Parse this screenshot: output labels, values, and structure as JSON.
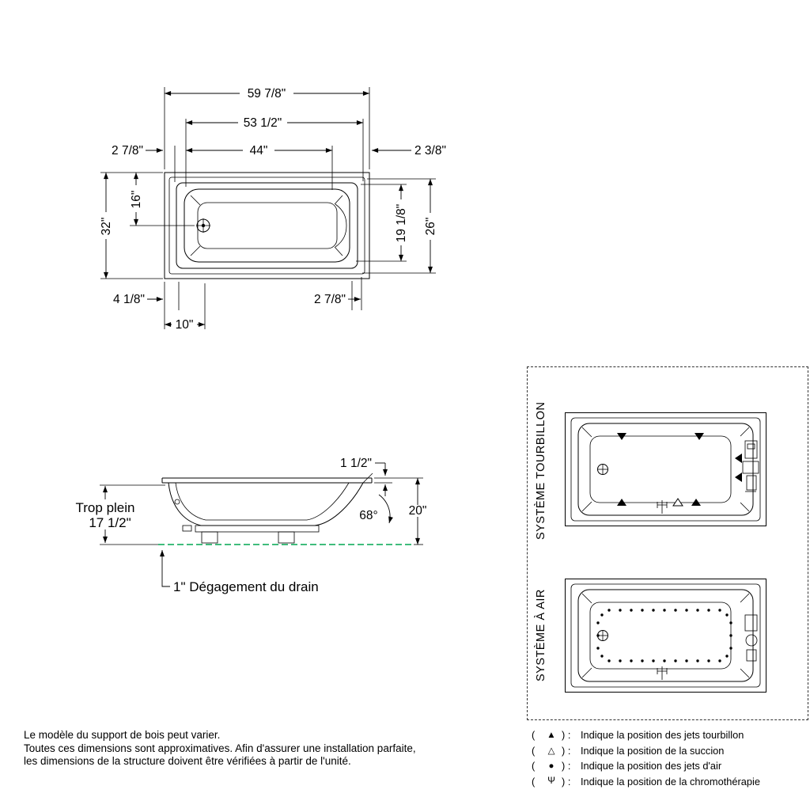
{
  "top_view": {
    "overall_length": "59 7/8\"",
    "rim_length": "53 1/2\"",
    "inner_length": "44\"",
    "left_edge": "2 7/8\"",
    "right_edge": "2 3/8\"",
    "drain_offset_top": "16\"",
    "overall_width": "32\"",
    "inner_width": "19 1/8\"",
    "rim_width": "26\"",
    "bottom_left_edge": "4 1/8\"",
    "bottom_right_edge": "2 7/8\"",
    "drain_offset_left": "10\""
  },
  "side_view": {
    "rim_height": "1 1/2\"",
    "overflow_label": "Trop plein",
    "overflow_height": "17 1/2\"",
    "backrest_angle": "68°",
    "total_height": "20\"",
    "drain_clearance": "1\" Dégagement du drain"
  },
  "systems": {
    "tourbillon_label": "SYSTÈME TOURBILLON",
    "air_label": "SYSTÈME À AIR"
  },
  "notes": {
    "line1": "Le modèle du support de bois peut varier.",
    "line2": "Toutes ces dimensions sont approximatives. Afin d'assurer une installation parfaite,",
    "line3": "les dimensions de la structure doivent être vérifiées à partir de l'unité."
  },
  "legend": {
    "items": [
      {
        "open": "(",
        "symbol": "▲",
        "close": ") :",
        "label": "Indique la position des jets tourbillon"
      },
      {
        "open": "(",
        "symbol": "△",
        "close": ") :",
        "label": "Indique la position de la succion"
      },
      {
        "open": "(",
        "symbol": "●",
        "close": ") :",
        "label": "Indique la position des jets d'air"
      },
      {
        "open": "(",
        "symbol": "Ψ",
        "close": ") :",
        "label": "Indique la position de la chromothérapie"
      }
    ]
  },
  "colors": {
    "line": "#000000",
    "floor_reference": "#00a651"
  }
}
